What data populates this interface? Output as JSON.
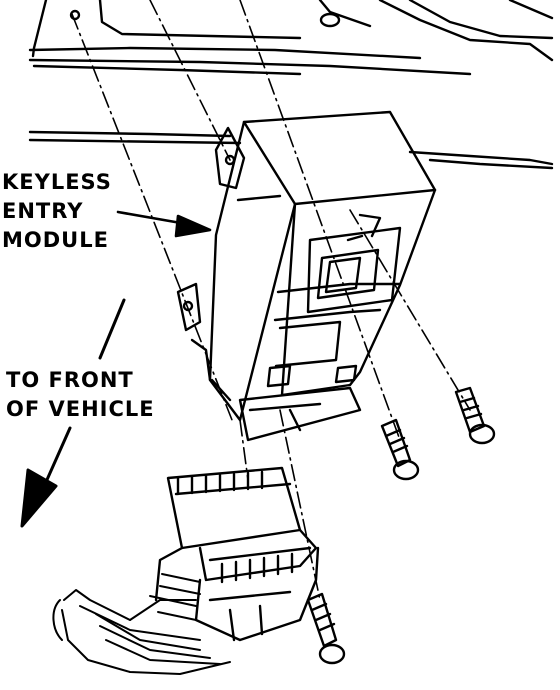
{
  "labels": {
    "keyless_entry_module": [
      "KEYLESS",
      "ENTRY",
      "MODULE"
    ],
    "to_front_of_vehicle": [
      "TO FRONT",
      "OF VEHICLE"
    ]
  },
  "colors": {
    "ink": "#000000",
    "paper": "#ffffff"
  }
}
